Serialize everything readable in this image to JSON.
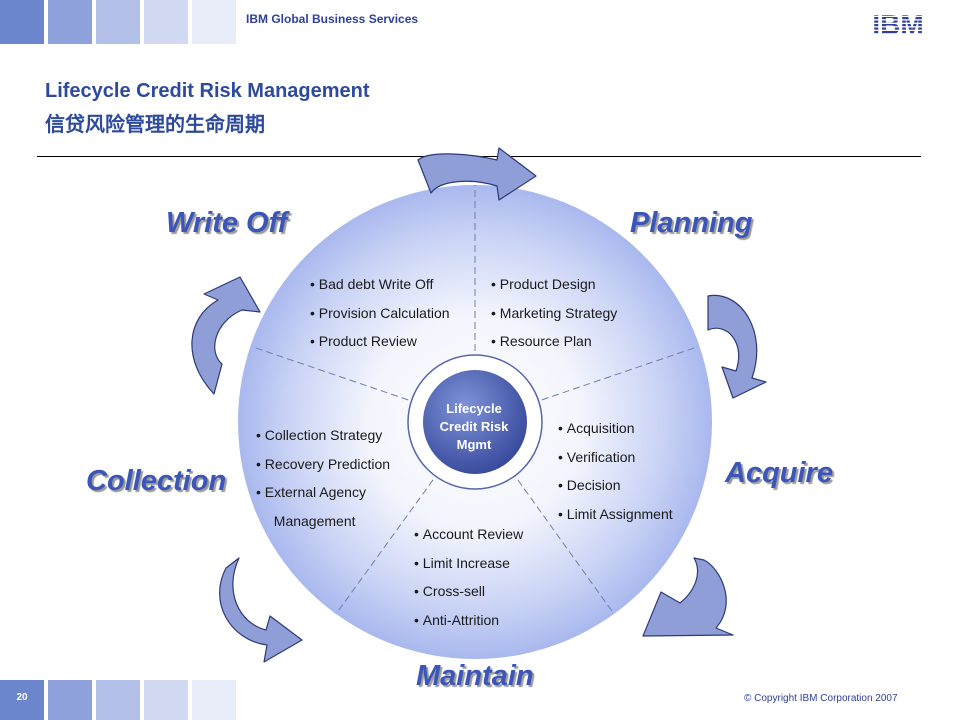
{
  "header": {
    "company": "IBM Global Business Services",
    "logo_text": "IBM"
  },
  "title": {
    "english": "Lifecycle Credit Risk Management",
    "chinese": "信贷风险管理的生命周期"
  },
  "center": {
    "lines": [
      "Lifecycle",
      "Credit Risk",
      "Mgmt"
    ]
  },
  "phases": {
    "planning": {
      "label": "Planning",
      "items": [
        "Product Design",
        "Marketing Strategy",
        "Resource Plan"
      ]
    },
    "acquire": {
      "label": "Acquire",
      "items": [
        "Acquisition",
        "Verification",
        "Decision",
        "Limit Assignment"
      ]
    },
    "maintain": {
      "label": "Maintain",
      "items": [
        "Account Review",
        "Limit Increase",
        "Cross-sell",
        "Anti-Attrition"
      ]
    },
    "collection": {
      "label": "Collection",
      "items": [
        "Collection Strategy",
        "Recovery Prediction",
        "External Agency",
        "Management"
      ]
    },
    "write_off": {
      "label": "Write Off",
      "items": [
        "Bad debt Write Off",
        "Provision Calculation",
        "Product Review"
      ]
    }
  },
  "footer": {
    "page_number": "20",
    "copyright": "© Copyright IBM Corporation 2007"
  },
  "colors": {
    "brand_blue": "#3b55b8",
    "wheel_edge": "#a9b8ee",
    "arrow_fill": "#8f9ed6",
    "hub": "#3f53a6"
  }
}
